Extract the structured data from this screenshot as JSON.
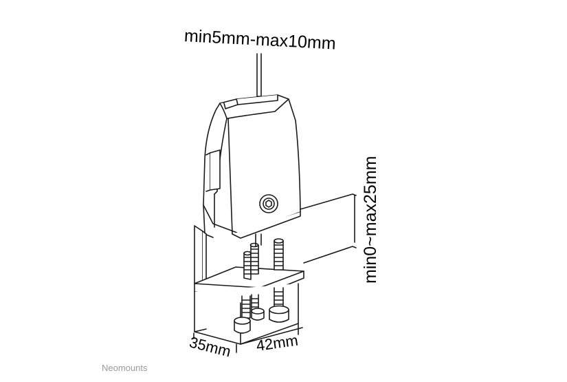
{
  "diagram": {
    "labels": {
      "glass_thickness": "min5mm-max10mm",
      "desk_thickness": "min0~max25mm",
      "depth": "35mm",
      "width": "42mm"
    },
    "brand": "Neomounts",
    "colors": {
      "line": "#1a1a1a",
      "fill": "#ffffff",
      "brand_text": "#9a9a9a"
    }
  }
}
